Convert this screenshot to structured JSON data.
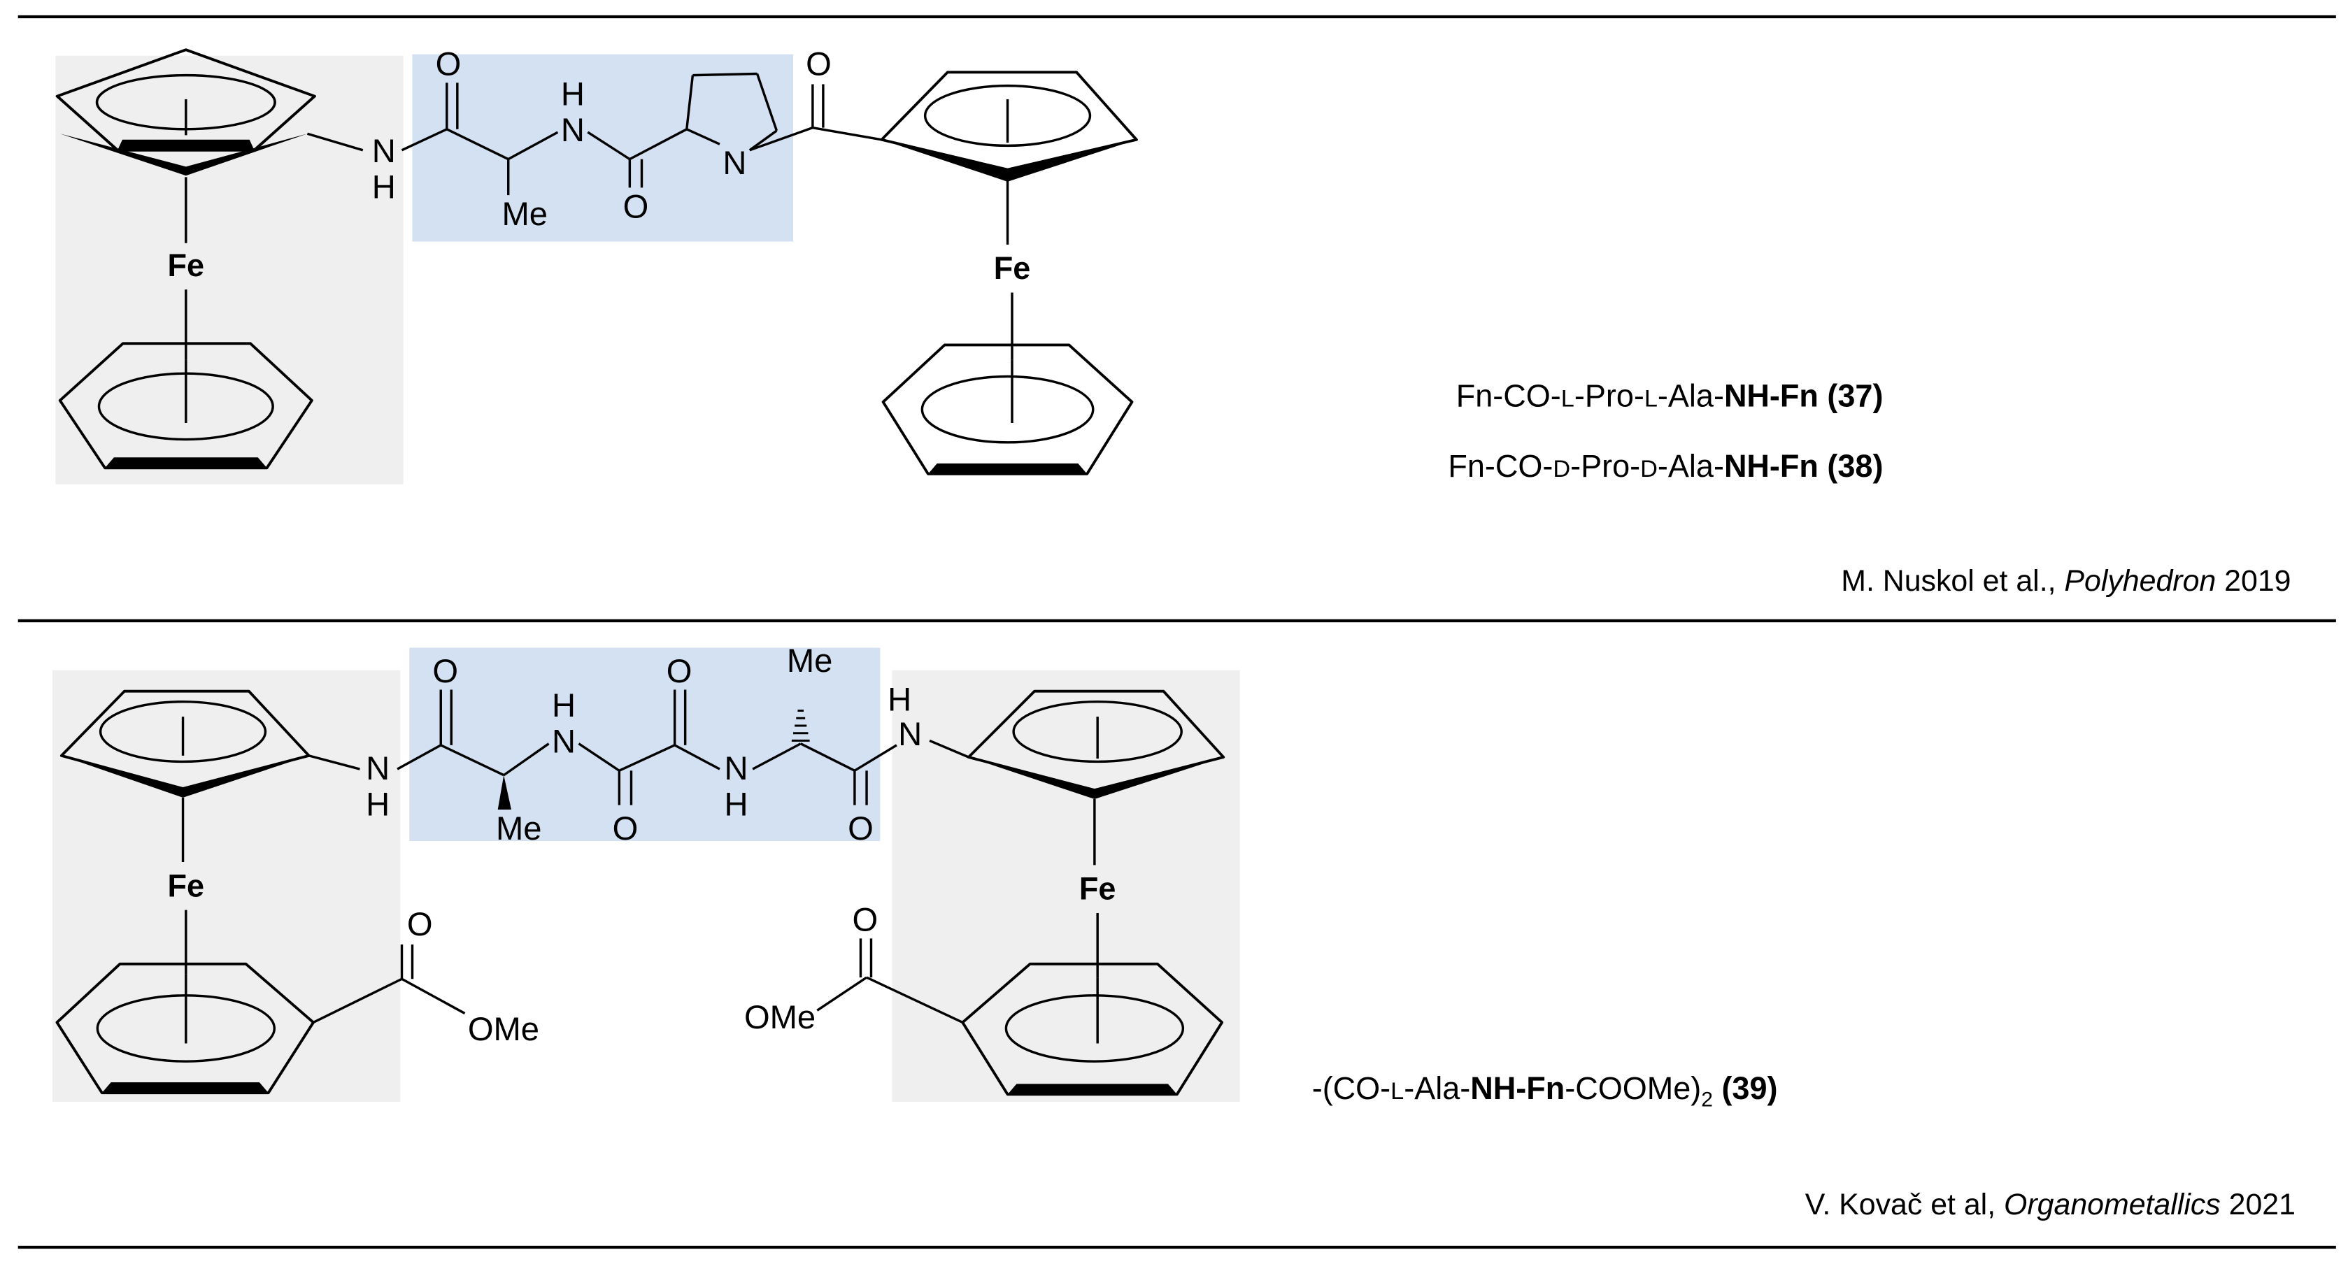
{
  "atoms": {
    "fe": "Fe",
    "n": "N",
    "h": "H",
    "o": "O",
    "me": "Me",
    "ome": "OMe"
  },
  "compounds": {
    "c37": {
      "p1": "Fn-CO-",
      "p2": "L",
      "p3": "-Pro-",
      "p4": "L",
      "p5": "-Ala-",
      "p6": "NH-Fn",
      "num": "(37)"
    },
    "c38": {
      "p1": "Fn-CO-",
      "p2": "D",
      "p3": "-Pro-",
      "p4": "D",
      "p5": "-Ala-",
      "p6": "NH-Fn",
      "num": "(38)"
    },
    "c39": {
      "p1": "-(CO-",
      "p2": "L",
      "p3": "-Ala-",
      "p4": "NH-Fn",
      "p5": "-COOMe)",
      "sub": "2",
      "num": "(39)"
    }
  },
  "references": {
    "ref1": {
      "authors": "M. Nuskol et al., ",
      "journal": "Polyhedron",
      "year": " 2019"
    },
    "ref2": {
      "authors": "V. Kovač et al, ",
      "journal": "Organometallics",
      "year": " 2021"
    }
  },
  "colors": {
    "ferrocene_box": "#efefef",
    "peptide_box": "#d4e1f2",
    "ink": "#000000"
  }
}
